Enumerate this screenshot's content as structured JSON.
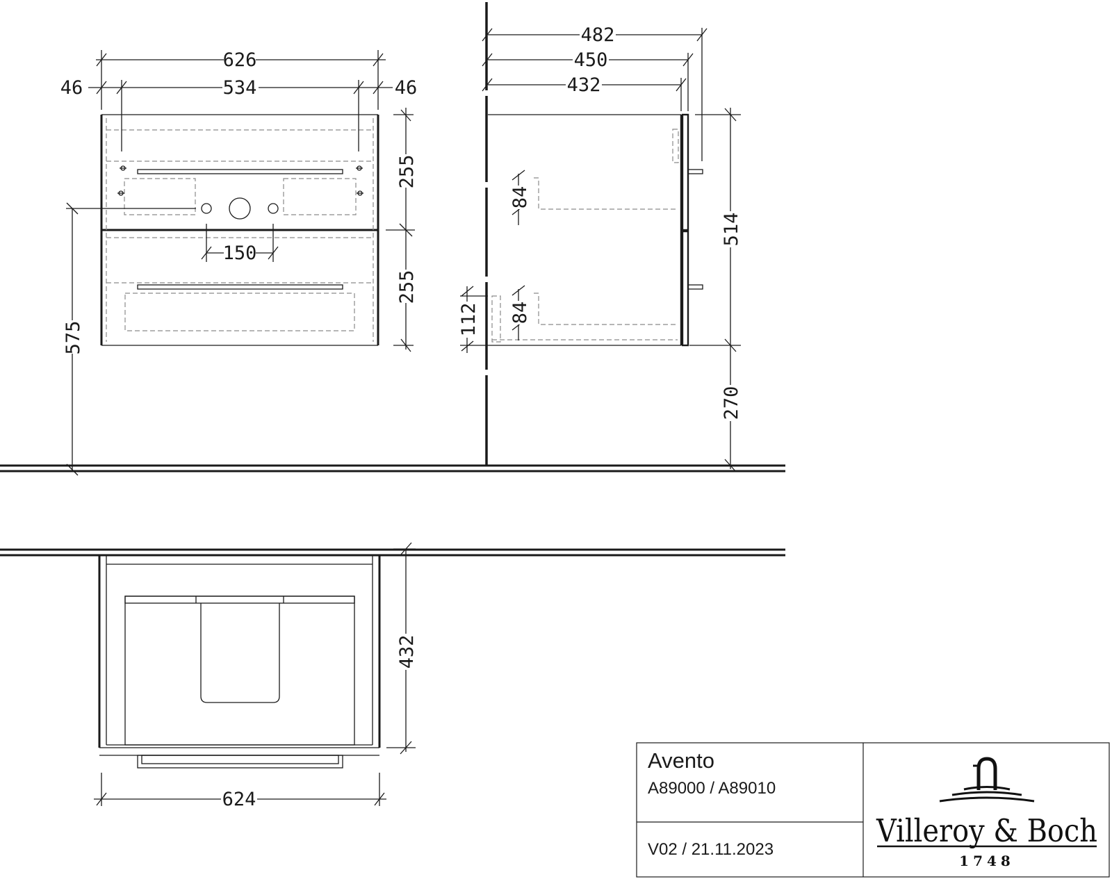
{
  "front_view": {
    "dims": {
      "overall_width": "626",
      "side_left": "46",
      "inner_width": "534",
      "side_right": "46",
      "drawer_top_height": "255",
      "drawer_bottom_height": "255",
      "siphon_spacing": "150",
      "floor_to_top": "575"
    }
  },
  "side_view": {
    "dims": {
      "depth_total": "482",
      "depth_with_front": "450",
      "depth_body": "432",
      "inner_top": "84",
      "inner_bottom": "84",
      "bottom_offset": "112",
      "height_body": "514",
      "floor_clearance": "270"
    }
  },
  "top_view": {
    "dims": {
      "depth": "432",
      "width": "624"
    }
  },
  "title_block": {
    "product_name": "Avento",
    "article_numbers": "A89000 / A89010",
    "version": "V02 / 21.11.2023",
    "brand": {
      "logo_name": "Villeroy & Boch",
      "year": "1748"
    }
  }
}
